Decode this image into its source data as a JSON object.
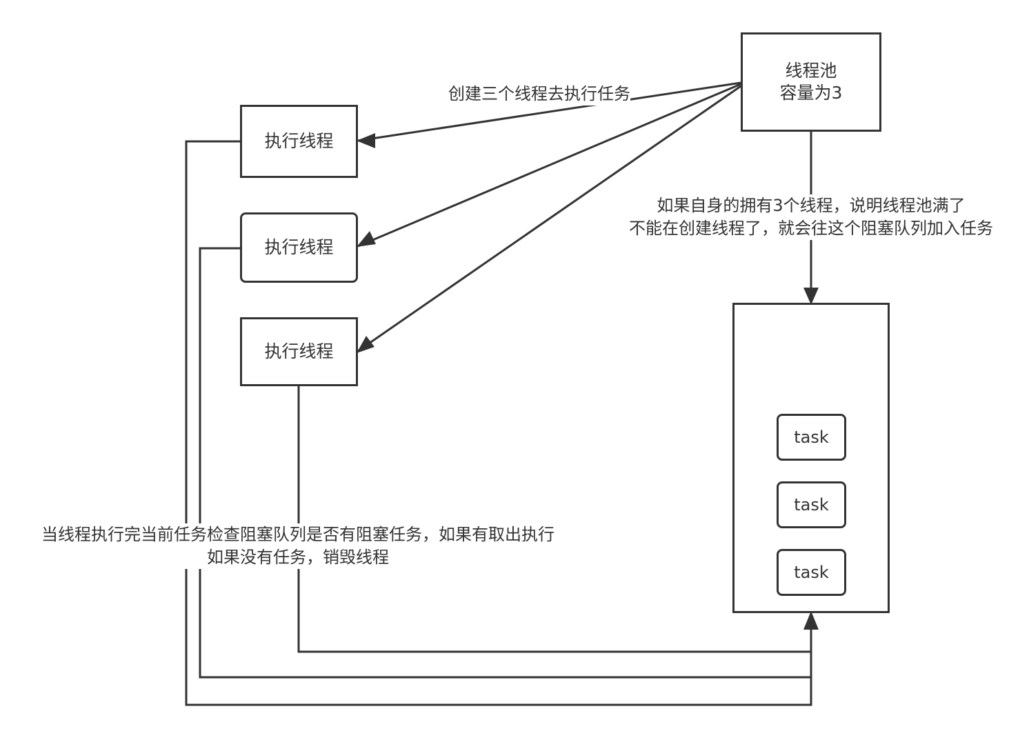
{
  "diagram": {
    "pool": {
      "line1": "线程池",
      "line2": "容量为3"
    },
    "threads": [
      {
        "label": "执行线程"
      },
      {
        "label": "执行线程"
      },
      {
        "label": "执行线程"
      }
    ],
    "queue": {
      "tasks": [
        {
          "label": "task"
        },
        {
          "label": "task"
        },
        {
          "label": "task"
        }
      ]
    },
    "edge_labels": {
      "create": "创建三个线程去执行任务",
      "full_line1": "如果自身的拥有3个线程，说明线程池满了",
      "full_line2": "不能在创建线程了，就会往这个阻塞队列加入任务",
      "finish_line1": "当线程执行完当前任务检查阻塞队列是否有阻塞任务，如果有取出执行",
      "finish_line2": "如果没有任务，销毁线程"
    },
    "colors": {
      "stroke": "#333333",
      "background": "#ffffff"
    }
  }
}
